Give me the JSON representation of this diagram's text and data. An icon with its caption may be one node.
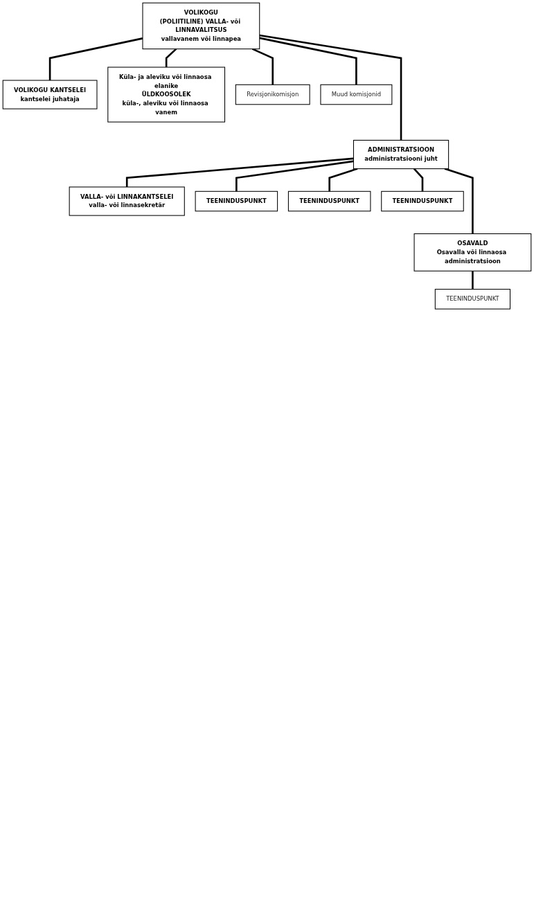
{
  "diagram": {
    "nodes": [
      {
        "text": [
          "VOLIKOGU",
          "(POLIITILINE) VALLA- või LINNAVALITSUS",
          "vallavanem või linnapea"
        ]
      },
      {
        "text": [
          "VOLIKOGU KANTSELEI",
          "kantselei juhataja"
        ]
      },
      {
        "text": [
          "Küla- ja aleviku või linnaosa elanike",
          "ÜLDKOOSOLEK",
          "küla-, aleviku või linnaosa vanem"
        ]
      },
      {
        "text": [
          "Revisjonikomisjon"
        ]
      },
      {
        "text": [
          "Muud komisjonid"
        ]
      },
      {
        "text": [
          "ADMINISTRATSIOON",
          "administratsiooni juht"
        ]
      },
      {
        "text": [
          "OSAVALD",
          "Osavalla või linnaosa administratsioon"
        ]
      },
      {
        "text": [
          "VALLA- või LINNAKANTSELEI",
          "valla- või linnasekretär"
        ]
      },
      {
        "text": [
          "TEENINDUSPUNKT"
        ]
      },
      {
        "text": [
          "TEENINDUSPUNKT"
        ]
      },
      {
        "text": [
          "TEENINDUSPUNKT"
        ]
      },
      {
        "text": [
          "TEENINDUSPUNKT"
        ]
      }
    ],
    "edges": [
      {
        "from": 0,
        "to": 1,
        "arrow": "none"
      },
      {
        "from": 0,
        "to": 2,
        "arrow": "none"
      },
      {
        "from": 0,
        "to": 3,
        "arrow": "none"
      },
      {
        "from": 0,
        "to": 4,
        "arrow": "none"
      },
      {
        "from": 0,
        "to": 5,
        "arrow": "none"
      },
      {
        "from": 5,
        "to": 6,
        "arrow": "none"
      },
      {
        "from": 5,
        "to": 7,
        "arrow": "none"
      },
      {
        "from": 6,
        "to": 8,
        "arrow": "none"
      },
      {
        "from": 5,
        "to": 9,
        "arrow": "none"
      },
      {
        "from": 5,
        "to": 10,
        "arrow": "none"
      },
      {
        "from": 5,
        "to": 11,
        "arrow": "none"
      }
    ]
  }
}
